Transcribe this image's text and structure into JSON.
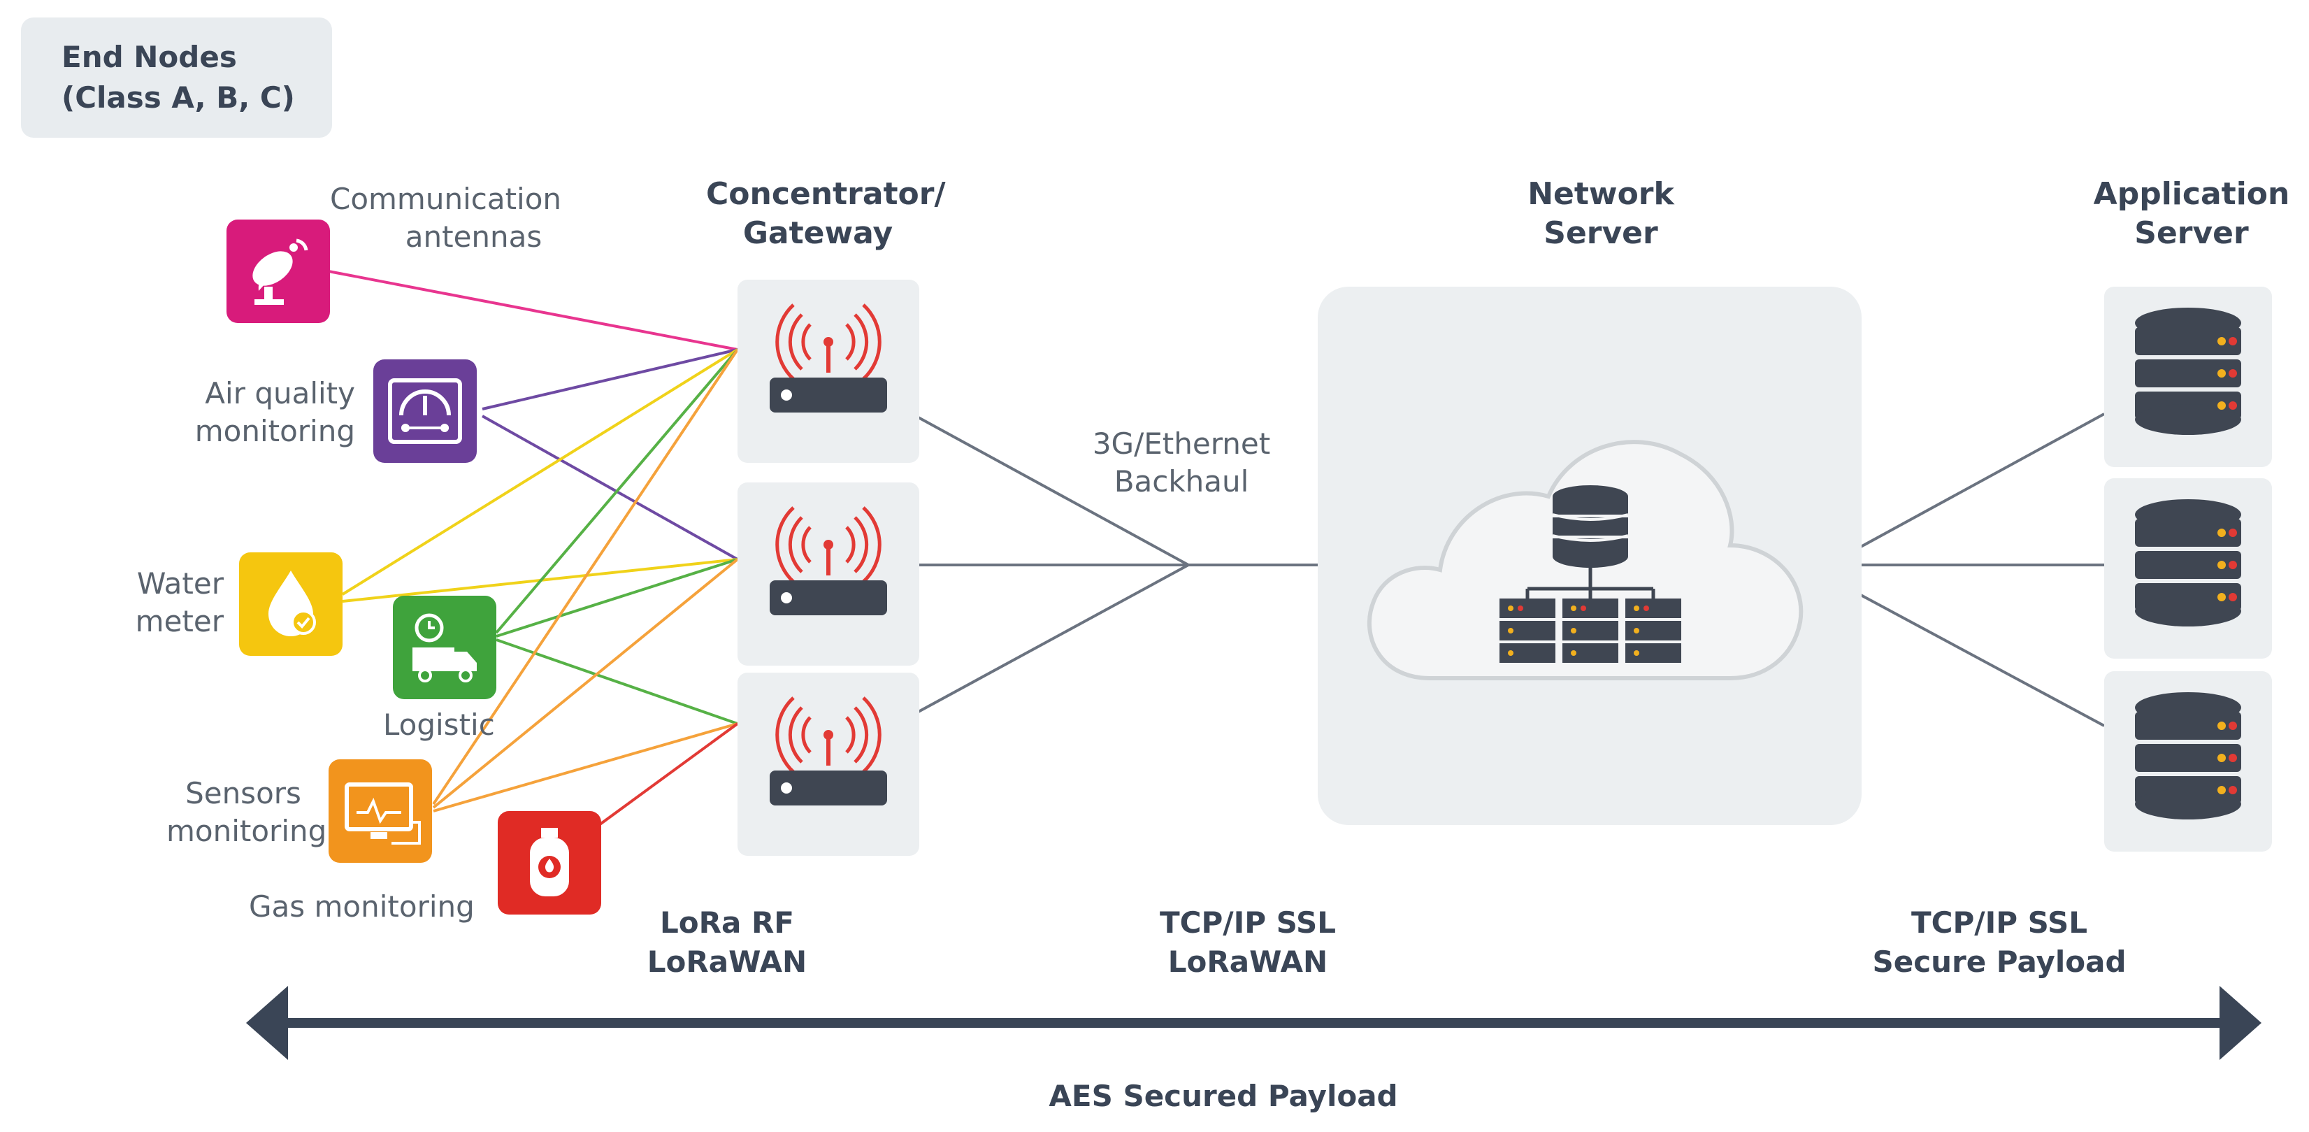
{
  "end_nodes": {
    "title_line1": "End Nodes",
    "title_line2": "(Class A, B, C)",
    "devices": [
      {
        "name": "communication-antennas",
        "line1": "Communication",
        "line2": "antennas",
        "color": "#d81b7b",
        "icon": "satellite-dish-icon"
      },
      {
        "name": "air-quality-monitoring",
        "line1": "Air quality",
        "line2": "monitoring",
        "color": "#6a3f98",
        "icon": "gauge-icon"
      },
      {
        "name": "water-meter",
        "line1": "Water",
        "line2": "meter",
        "color": "#f5c60f",
        "icon": "water-drop-icon"
      },
      {
        "name": "logistic",
        "line1": "Logistic",
        "line2": "",
        "color": "#3fa33c",
        "icon": "delivery-truck-icon"
      },
      {
        "name": "sensors-monitoring",
        "line1": "Sensors",
        "line2": "monitoring",
        "color": "#f2941d",
        "icon": "monitor-icon"
      },
      {
        "name": "gas-monitoring",
        "line1": "Gas monitoring",
        "line2": "",
        "color": "#e02b25",
        "icon": "gas-cylinder-icon"
      }
    ]
  },
  "gateway": {
    "title_line1": "Concentrator/",
    "title_line2": "Gateway"
  },
  "backhaul": {
    "line1": "3G/Ethernet",
    "line2": "Backhaul"
  },
  "network_server": {
    "title_line1": "Network",
    "title_line2": "Server"
  },
  "application_server": {
    "title_line1": "Application",
    "title_line2": "Server"
  },
  "protocols": {
    "left_line1": "LoRa RF",
    "left_line2": "LoRaWAN",
    "mid_line1": "TCP/IP SSL",
    "mid_line2": "LoRaWAN",
    "right_line1": "TCP/IP SSL",
    "right_line2": "Secure Payload"
  },
  "bottom_label": "AES Secured Payload",
  "colors": {
    "antenna": "#e8358f",
    "air": "#6e4aa3",
    "water": "#f0d21a",
    "logistic": "#56b146",
    "sensors": "#f5a23b",
    "gas": "#e23a35",
    "wire": "#6b7380",
    "arrow": "#3a4556",
    "tile": "#eceff1"
  }
}
